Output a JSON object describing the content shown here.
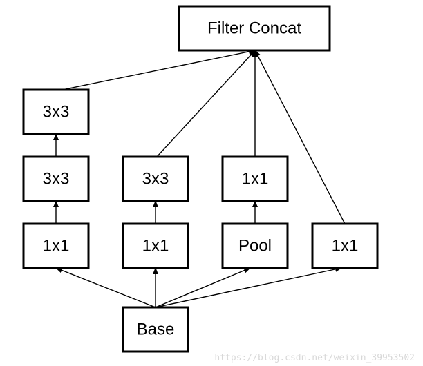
{
  "diagram": {
    "nodes": {
      "filter_concat": "Filter Concat",
      "b1_top": "3x3",
      "b1_mid": "3x3",
      "b1_bottom": "1x1",
      "b2_mid": "3x3",
      "b2_bottom": "1x1",
      "b3_mid": "1x1",
      "b3_bottom": "Pool",
      "b4_bottom": "1x1",
      "base": "Base"
    },
    "edges": [
      [
        "base",
        "b1_bottom"
      ],
      [
        "base",
        "b2_bottom"
      ],
      [
        "base",
        "b3_bottom"
      ],
      [
        "base",
        "b4_bottom"
      ],
      [
        "b1_bottom",
        "b1_mid"
      ],
      [
        "b1_mid",
        "b1_top"
      ],
      [
        "b2_bottom",
        "b2_mid"
      ],
      [
        "b3_bottom",
        "b3_mid"
      ],
      [
        "b1_top",
        "filter_concat"
      ],
      [
        "b2_mid",
        "filter_concat"
      ],
      [
        "b3_mid",
        "filter_concat"
      ],
      [
        "b4_bottom",
        "filter_concat"
      ]
    ],
    "colors": {
      "stroke": "#000000",
      "fill": "#ffffff",
      "watermark": "#d8d8d8"
    }
  },
  "watermark": "https://blog.csdn.net/weixin_39953502"
}
